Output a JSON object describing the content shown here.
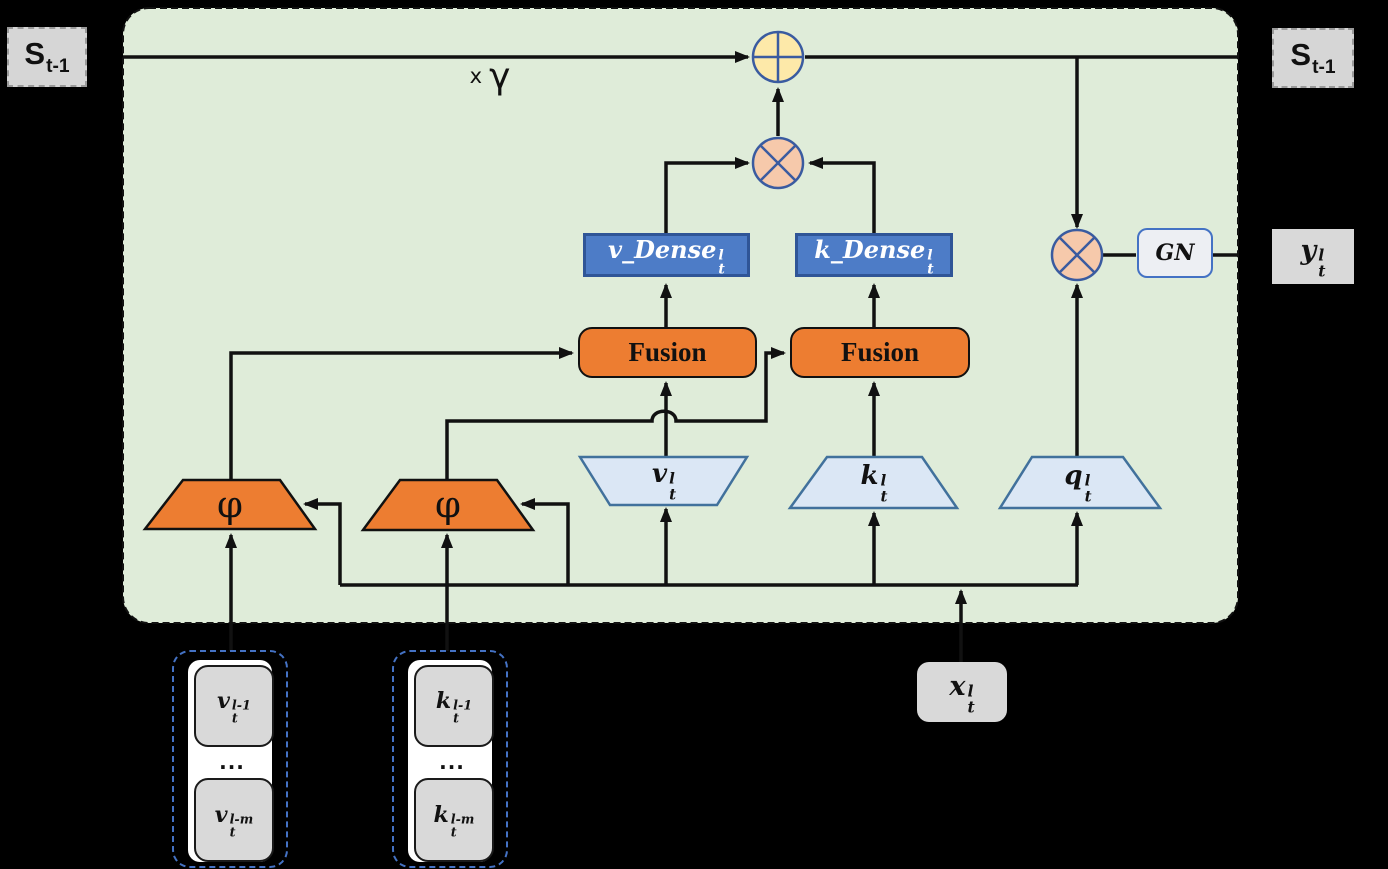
{
  "colors": {
    "panel_bg": "#dfecd9",
    "orange": "#ed7d31",
    "dense_blue": "#4d7cc7",
    "dense_border": "#2f5597",
    "proj_blue": "#dbe7f5",
    "proj_border": "#41719c",
    "peach_circle": "#f6c9ab",
    "yellow_circle": "#fde9a9",
    "circle_border": "#3a5ba0",
    "gray_box": "#d6d6d6",
    "stack_dash_blue": "#4472c4"
  },
  "operators": {
    "add": "⊕",
    "multiply": "⊗"
  },
  "nodes": {
    "state_in": {
      "base": "S",
      "sub": "t-1"
    },
    "state_out": {
      "base": "S",
      "sub": "t-1"
    },
    "gamma": {
      "prefix": "x",
      "symbol": "γ"
    },
    "v_dense": {
      "base": "v_Dense",
      "sup": "l",
      "sub": "t"
    },
    "k_dense": {
      "base": "k_Dense",
      "sup": "l",
      "sub": "t"
    },
    "fusion_v": {
      "label": "Fusion"
    },
    "fusion_k": {
      "label": "Fusion"
    },
    "phi_v": {
      "label": "φ"
    },
    "phi_k": {
      "label": "φ"
    },
    "v_proj": {
      "base": "v",
      "sup": "l",
      "sub": "t"
    },
    "k_proj": {
      "base": "k",
      "sup": "l",
      "sub": "t"
    },
    "q_proj": {
      "base": "q",
      "sup": "l",
      "sub": "t"
    },
    "gn": {
      "label": "GN"
    },
    "y_out": {
      "base": "y",
      "sup": "l",
      "sub": "t"
    },
    "x_in": {
      "base": "x",
      "sup": "l",
      "sub": "t"
    },
    "v_stack": {
      "first": {
        "base": "v",
        "sup": "l-1",
        "sub": "t"
      },
      "dots": "...",
      "last": {
        "base": "v",
        "sup": "l-m",
        "sub": "t"
      }
    },
    "k_stack": {
      "first": {
        "base": "k",
        "sup": "l-1",
        "sub": "t"
      },
      "dots": "...",
      "last": {
        "base": "k",
        "sup": "l-m",
        "sub": "t"
      }
    }
  }
}
